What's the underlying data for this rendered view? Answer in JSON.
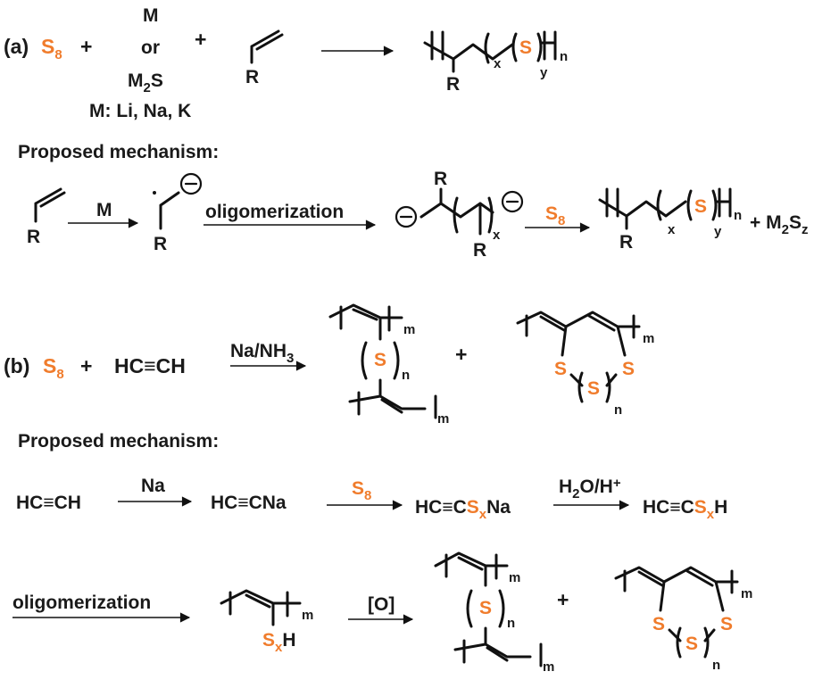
{
  "colors": {
    "sulfur": "#f07c2c",
    "ink": "#111111",
    "background": "#ffffff"
  },
  "part_a": {
    "label": "(a)",
    "sulfur": "S8",
    "plus": "+",
    "metal_top": "M",
    "metal_or": "or",
    "metal_sulfide": "M2S",
    "metal_note": "M: Li, Na, K",
    "R": "R",
    "subscript_x": "x",
    "subscript_y": "y",
    "subscript_n": "n",
    "S": "S",
    "mechanism_title": "Proposed mechanism:",
    "mech_reagent": "M",
    "mech_oligo": "oligomerization",
    "mech_sulfur": "S8",
    "mech_byproduct": "+ M2Sz"
  },
  "part_b": {
    "label": "(b)",
    "sulfur": "S8",
    "plus": "+",
    "acetylene": "HC≡CH",
    "reagent": "Na/NH3",
    "subscript_m": "m",
    "subscript_n": "n",
    "S": "S",
    "mechanism_title": "Proposed mechanism:",
    "step1_start": "HC≡CH",
    "step1_reagent": "Na",
    "step1_product": "HC≡CNa",
    "step2_reagent": "S8",
    "step2_product_pre": "HC≡C",
    "step2_product_sx": "Sx",
    "step2_product_post": "Na",
    "step3_reagent": "H2O/H+",
    "step3_product_pre": "HC≡C",
    "step3_product_sx": "Sx",
    "step3_product_post": "H",
    "oligo_label": "oligomerization",
    "sxh_sx": "Sx",
    "sxh_h": "H",
    "oxidant": "[O]"
  }
}
